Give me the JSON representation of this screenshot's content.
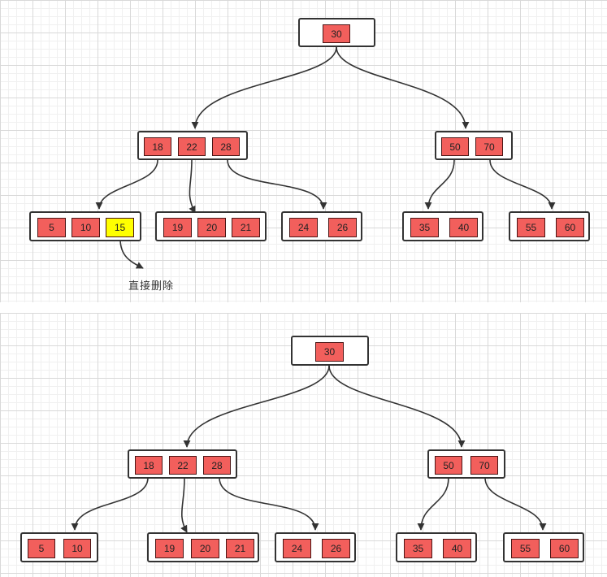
{
  "diagrams": [
    {
      "nodes": [
        [
          "30"
        ],
        [
          "18",
          "22",
          "28"
        ],
        [
          "50",
          "70"
        ],
        [
          "5",
          "10",
          "15"
        ],
        [
          "19",
          "20",
          "21"
        ],
        [
          "24",
          "26"
        ],
        [
          "35",
          "40"
        ],
        [
          "55",
          "60"
        ]
      ],
      "highlighted_key": "15",
      "note": "直接删除"
    },
    {
      "nodes": [
        [
          "30"
        ],
        [
          "18",
          "22",
          "28"
        ],
        [
          "50",
          "70"
        ],
        [
          "5",
          "10"
        ],
        [
          "19",
          "20",
          "21"
        ],
        [
          "24",
          "26"
        ],
        [
          "35",
          "40"
        ],
        [
          "55",
          "60"
        ]
      ]
    }
  ],
  "colors": {
    "key_fill": "#f25f5c",
    "highlight_fill": "#ffff00",
    "node_border": "#333333",
    "edge": "#333333"
  }
}
